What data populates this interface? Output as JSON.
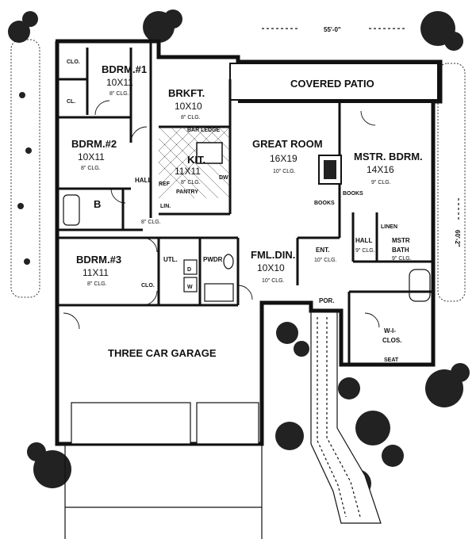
{
  "overall_width": "55'-0\"",
  "overall_depth": "60'-2\"",
  "rooms": {
    "bdrm1": {
      "name": "BDRM.#1",
      "size": "10X11",
      "ceiling": "8\" CLG."
    },
    "bdrm2": {
      "name": "BDRM.#2",
      "size": "10X11",
      "ceiling": "8\" CLG."
    },
    "bdrm3": {
      "name": "BDRM.#3",
      "size": "11X11",
      "ceiling": "8\" CLG."
    },
    "brkft": {
      "name": "BRKFT.",
      "size": "10X10",
      "ceiling": "8\" CLG."
    },
    "kit": {
      "name": "KIT.",
      "size": "11X11",
      "ceiling": "8\" CLG."
    },
    "great": {
      "name": "GREAT ROOM",
      "size": "16X19",
      "ceiling": "10\" CLG."
    },
    "master": {
      "name": "MSTR. BDRM.",
      "size": "14X16",
      "ceiling": "9\" CLG."
    },
    "fml_din": {
      "name": "FML.DIN.",
      "size": "10X10",
      "ceiling": "10\" CLG."
    },
    "patio": {
      "name": "COVERED PATIO"
    },
    "garage": {
      "name": "THREE CAR GARAGE"
    },
    "mstr_bath": {
      "name_line1": "MSTR",
      "name_line2": "BATH",
      "ceiling": "9\" CLG."
    },
    "wic": {
      "name_line1": "W-I-",
      "name_line2": "CLOS."
    }
  },
  "labels": {
    "clo_top": "CLO.",
    "cl": "CL.",
    "clo_bdrm3": "CLO.",
    "hall_left": "HALL",
    "hall_right": "HALL",
    "hall_ceiling_left": "8\" CLG.",
    "hall_ceiling_right": "9\" CLG.",
    "bath_b": "B",
    "bar_ledge": "BAR LEDGE",
    "pantry": "PANTRY",
    "ref": "REF",
    "lin_kit": "LIN.",
    "dw": "DW",
    "utl": "UTL.",
    "pwdr": "PWDR",
    "d": "D",
    "w": "W",
    "ent": "ENT.",
    "ent_ceiling": "10\" CLG.",
    "por": "POR.",
    "books_left": "BOOKS",
    "books_right": "BOOKS",
    "linen": "LINEN",
    "seat": "SEAT"
  }
}
